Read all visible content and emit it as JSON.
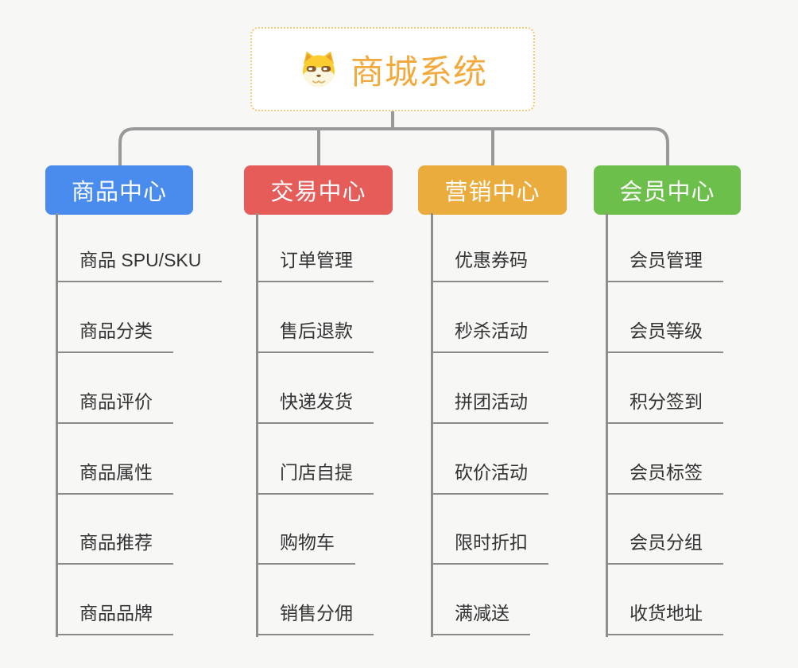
{
  "root": {
    "title": "商城系统",
    "icon": "dog-icon",
    "border_color": "#f3c879",
    "title_color": "#f2a93d"
  },
  "colors": {
    "background": "#f7f7f6",
    "connector_line": "#999999",
    "leaf_line": "#8a8a8a",
    "leaf_text": "#333333"
  },
  "branches": [
    {
      "label": "商品中心",
      "color": "#4a8cee",
      "items": [
        "商品 SPU/SKU",
        "商品分类",
        "商品评价",
        "商品属性",
        "商品推荐",
        "商品品牌"
      ]
    },
    {
      "label": "交易中心",
      "color": "#e65c59",
      "items": [
        "订单管理",
        "售后退款",
        "快递发货",
        "门店自提",
        "购物车",
        "销售分佣"
      ]
    },
    {
      "label": "营销中心",
      "color": "#ebac3e",
      "items": [
        "优惠券码",
        "秒杀活动",
        "拼团活动",
        "砍价活动",
        "限时折扣",
        "满减送"
      ]
    },
    {
      "label": "会员中心",
      "color": "#6dbf4b",
      "items": [
        "会员管理",
        "会员等级",
        "积分签到",
        "会员标签",
        "会员分组",
        "收货地址"
      ]
    }
  ]
}
